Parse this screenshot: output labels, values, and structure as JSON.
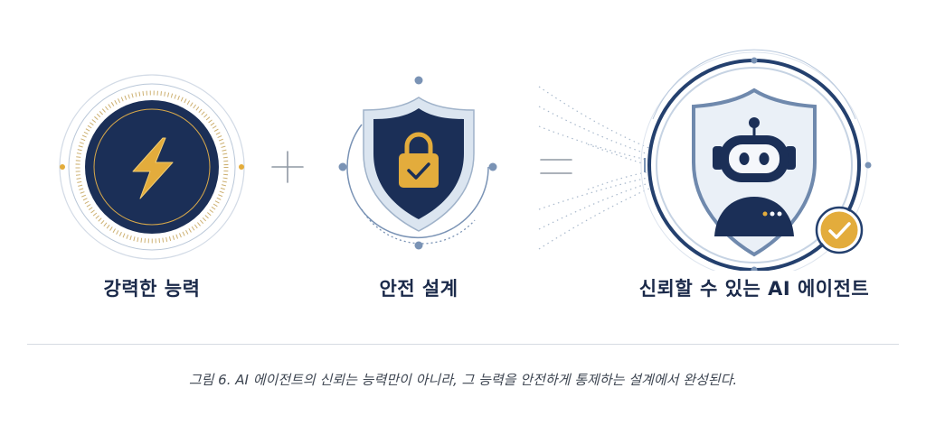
{
  "panels": [
    {
      "label": "강력한 능력",
      "icon": "lightning-bolt-icon"
    },
    {
      "label": "안전 설계",
      "icon": "shield-lock-icon"
    },
    {
      "label": "신뢰할 수 있는 AI 에이전트",
      "icon": "robot-shield-icon"
    }
  ],
  "operators": {
    "plus": "+",
    "equals": "="
  },
  "caption": "그림 6. AI 에이전트의 신뢰는 능력만이 아니라, 그 능력을 안전하게 통제하는 설계에서 완성된다.",
  "colors": {
    "navy": "#1b2f57",
    "gold": "#e3ac3c",
    "steel": "#7a93b5",
    "light": "#c9d6e6"
  }
}
